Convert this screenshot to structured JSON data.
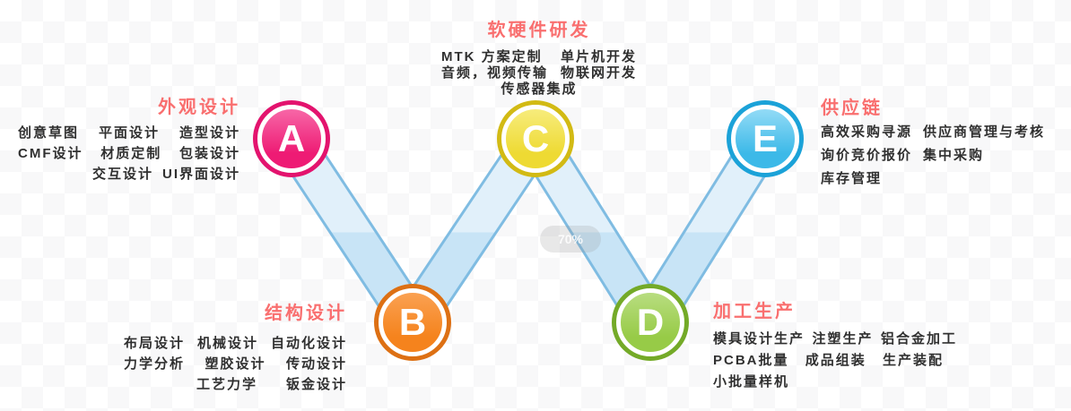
{
  "overlay_badge": {
    "label": "70%"
  },
  "accent": {
    "title_color": "#f96f6f",
    "body_text_color": "#303030",
    "ribbon_fill_top": "#e1f0fa",
    "ribbon_fill_bottom": "#c8e4f6",
    "ribbon_border": "#7fbce2",
    "checker_light": "#ffffff",
    "checker_gray": "#f8f8f9"
  },
  "nodes": [
    {
      "letter": "A",
      "ring": "#e3136e",
      "fill_top": "#f767a7",
      "fill_bottom": "#ee1b74"
    },
    {
      "letter": "B",
      "ring": "#dd7014",
      "fill_top": "#faa152",
      "fill_bottom": "#f5831d"
    },
    {
      "letter": "C",
      "ring": "#d2ba14",
      "fill_top": "#f7ec7c",
      "fill_bottom": "#eeda33"
    },
    {
      "letter": "D",
      "ring": "#74aa28",
      "fill_top": "#b8dd80",
      "fill_bottom": "#97cb47"
    },
    {
      "letter": "E",
      "ring": "#1ba2d8",
      "fill_top": "#93dbf6",
      "fill_bottom": "#3cb9e8"
    }
  ],
  "sections": [
    {
      "title": "外观设计",
      "rows": [
        [
          "创意草图",
          "平面设计",
          "造型设计"
        ],
        [
          "CMF设计",
          "材质定制",
          "包装设计"
        ],
        [
          "交互设计",
          "UI界面设计"
        ]
      ]
    },
    {
      "title": "结构设计",
      "rows": [
        [
          "布局设计",
          "机械设计",
          "自动化设计"
        ],
        [
          "力学分析",
          "塑胶设计",
          "传动设计"
        ],
        [
          "工艺力学",
          "钣金设计"
        ]
      ]
    },
    {
      "title": "软硬件研发",
      "rows": [
        [
          "MTK 方案定制",
          "单片机开发"
        ],
        [
          "音频，视频传输",
          "物联网开发"
        ],
        [
          "传感器集成"
        ]
      ]
    },
    {
      "title": "加工生产",
      "rows": [
        [
          "模具设计生产",
          "注塑生产",
          "铝合金加工"
        ],
        [
          "PCBA批量",
          "成品组装",
          "生产装配"
        ],
        [
          "小批量样机"
        ]
      ]
    },
    {
      "title": "供应链",
      "rows": [
        [
          "高效采购寻源",
          "供应商管理与考核"
        ],
        [
          "询价竞价报价",
          "集中采购"
        ],
        [
          "库存管理"
        ]
      ]
    }
  ]
}
